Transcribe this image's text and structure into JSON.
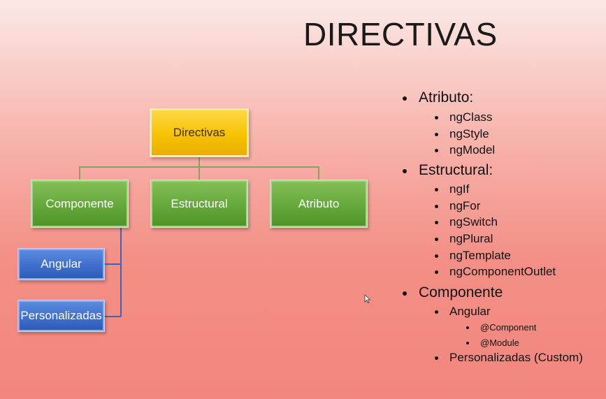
{
  "slide": {
    "title": "DIRECTIVAS"
  },
  "diagram": {
    "root": "Directivas",
    "children": [
      "Componente",
      "Estructural",
      "Atributo"
    ],
    "componente_children": [
      "Angular",
      "Personalizadas"
    ]
  },
  "list": {
    "atributo": {
      "label": "Atributo:",
      "items": [
        "ngClass",
        "ngStyle",
        "ngModel"
      ]
    },
    "estructural": {
      "label": "Estructural:",
      "items": [
        "ngIf",
        "ngFor",
        "ngSwitch",
        "ngPlural",
        "ngTemplate",
        "ngComponentOutlet"
      ]
    },
    "componente": {
      "label": "Componente",
      "angular": {
        "label": "Angular",
        "items": [
          "@Component",
          "@Module"
        ]
      },
      "custom": "Personalizadas (Custom)"
    }
  },
  "colors": {
    "root_box": "#f6c200",
    "child_box": "#64a83a",
    "leaf_box": "#3f6fcd",
    "connector_green": "#8aa35c",
    "connector_blue": "#3f63b5"
  },
  "icons": [
    "mouse-cursor-icon"
  ]
}
